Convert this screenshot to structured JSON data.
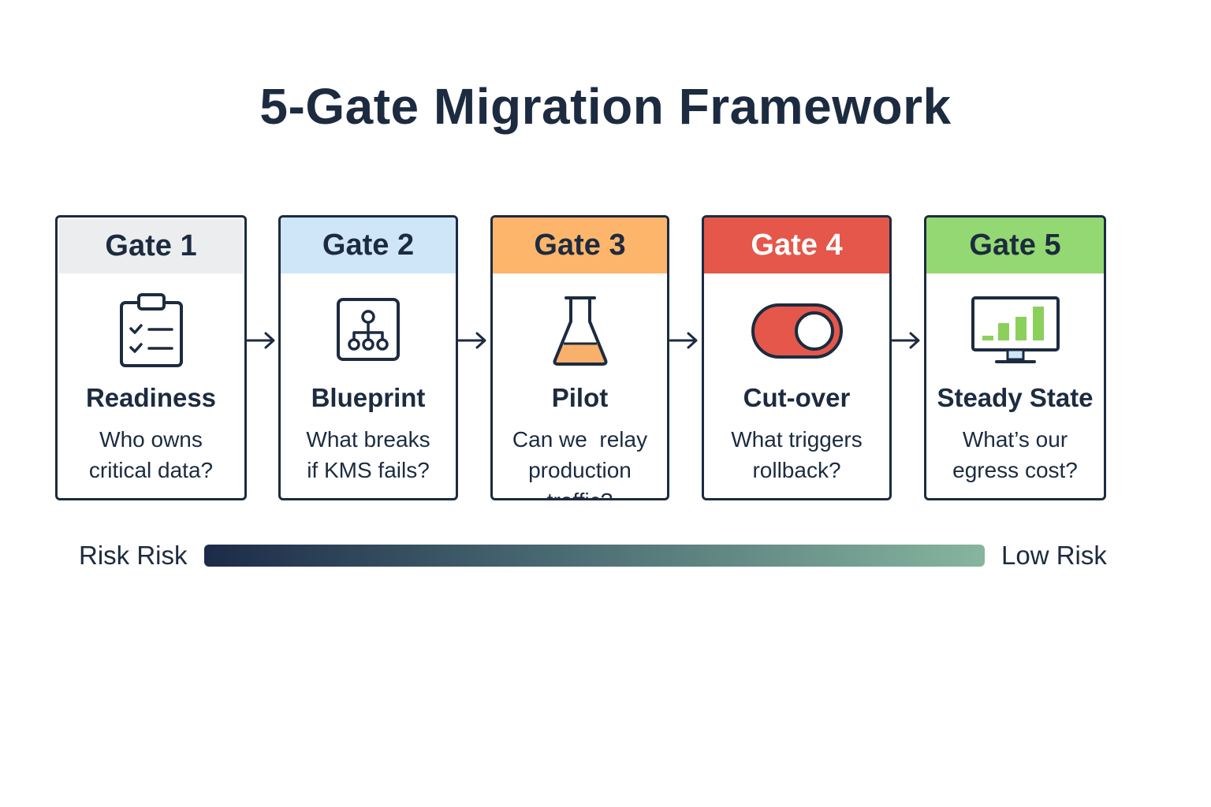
{
  "title": "5-Gate Migration Framework",
  "colors": {
    "gate1_header": "#ecedef",
    "gate2_header": "#cfe6f8",
    "gate3_header": "#fcb56b",
    "gate4_header": "#e4574a",
    "gate5_header": "#93d872",
    "ink": "#1c2b40"
  },
  "gates": [
    {
      "label": "Gate 1",
      "name": "Readiness",
      "icon": "clipboard-checklist-icon",
      "question": [
        "Who owns",
        "critical data?"
      ]
    },
    {
      "label": "Gate 2",
      "name": "Blueprint",
      "icon": "hierarchy-diagram-icon",
      "question": [
        "What breaks",
        "if KMS fails?"
      ]
    },
    {
      "label": "Gate 3",
      "name": "Pilot",
      "icon": "flask-icon",
      "question": [
        "Can we  relay",
        "production traffic?"
      ]
    },
    {
      "label": "Gate 4",
      "name": "Cut-over",
      "icon": "toggle-switch-icon",
      "question": [
        "What triggers",
        "rollback?"
      ]
    },
    {
      "label": "Gate 5",
      "name": "Steady State",
      "icon": "monitor-bar-chart-icon",
      "question": [
        "What’s our",
        "egress cost?"
      ]
    }
  ],
  "risk_scale": {
    "left_label": "Risk Risk",
    "right_label": "Low Risk"
  }
}
